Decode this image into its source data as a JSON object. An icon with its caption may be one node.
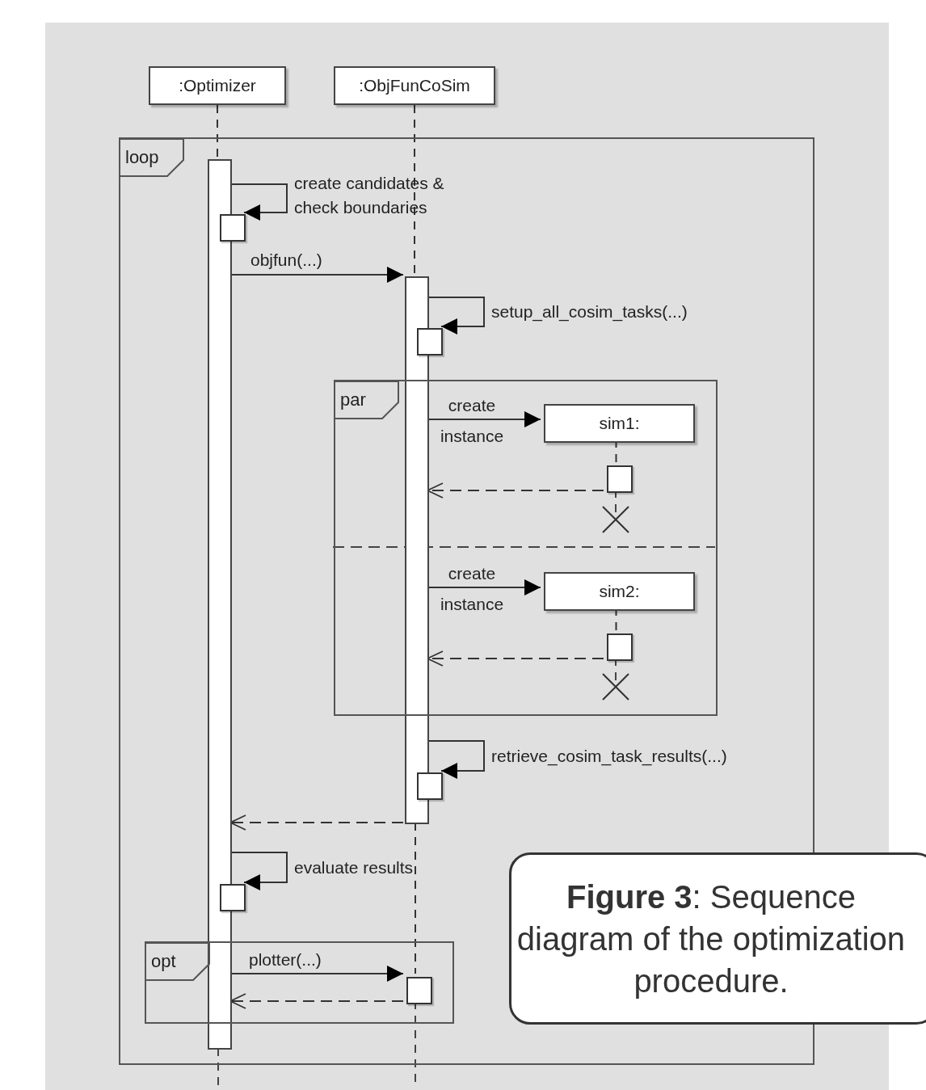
{
  "diagram": {
    "caption": "**Figure 3**: Sequence diagram of the optimization procedure.",
    "nodes": [
      {
        "text": [
          ":Optimizer"
        ]
      },
      {
        "text": [
          ":ObjFunCoSim"
        ]
      },
      {
        "text": [
          "loop"
        ]
      },
      {
        "text": [],
        "shape": "bar",
        "in": 2
      },
      {
        "text": [],
        "shape": "box",
        "in": 2
      },
      {
        "text": [],
        "shape": "bar",
        "in": 2
      },
      {
        "text": [],
        "shape": "box",
        "in": 2
      },
      {
        "text": [
          "par"
        ],
        "in": 2
      },
      {
        "text": [
          "sim1:"
        ],
        "in": 7
      },
      {
        "text": [],
        "shape": "box",
        "in": 7
      },
      {
        "text": [
          "sim2:"
        ],
        "in": 7
      },
      {
        "text": [],
        "shape": "box",
        "in": 7
      },
      {
        "text": [],
        "shape": "box",
        "in": 2
      },
      {
        "text": [],
        "shape": "box",
        "in": 2
      },
      {
        "text": [
          "opt"
        ],
        "in": 2
      },
      {
        "text": [],
        "shape": "box",
        "in": 14
      }
    ],
    "edges": [
      {
        "from": 3,
        "to": 4,
        "arrow": "to",
        "label": "create candidates & check boundaries"
      },
      {
        "from": 3,
        "to": 5,
        "arrow": "to",
        "label": "objfun(...)"
      },
      {
        "from": 5,
        "to": 6,
        "arrow": "to",
        "label": "setup_all_cosim_tasks(...)"
      },
      {
        "from": 5,
        "to": 8,
        "arrow": "to",
        "label": "create instance"
      },
      {
        "from": 9,
        "to": 5,
        "arrow": "to",
        "style": "dashed"
      },
      {
        "from": 5,
        "to": 10,
        "arrow": "to",
        "label": "create instance"
      },
      {
        "from": 11,
        "to": 5,
        "arrow": "to",
        "style": "dashed"
      },
      {
        "from": 5,
        "to": 12,
        "arrow": "to",
        "label": "retrieve_cosim_task_results(...)"
      },
      {
        "from": 5,
        "to": 3,
        "arrow": "to",
        "style": "dashed"
      },
      {
        "from": 3,
        "to": 13,
        "arrow": "to",
        "label": "evaluate results"
      },
      {
        "from": 3,
        "to": 15,
        "arrow": "to",
        "label": "plotter(...)"
      },
      {
        "from": 15,
        "to": 3,
        "arrow": "to",
        "style": "dashed"
      },
      {
        "from": 0,
        "to": 3,
        "arrow": "none",
        "style": "dashed"
      },
      {
        "from": 1,
        "to": 5,
        "arrow": "none",
        "style": "dashed"
      },
      {
        "from": 5,
        "to": 15,
        "arrow": "none",
        "style": "dashed"
      },
      {
        "from": 8,
        "to": 9,
        "arrow": "none",
        "style": "dashed"
      },
      {
        "from": 10,
        "to": 11,
        "arrow": "none",
        "style": "dashed"
      }
    ]
  }
}
